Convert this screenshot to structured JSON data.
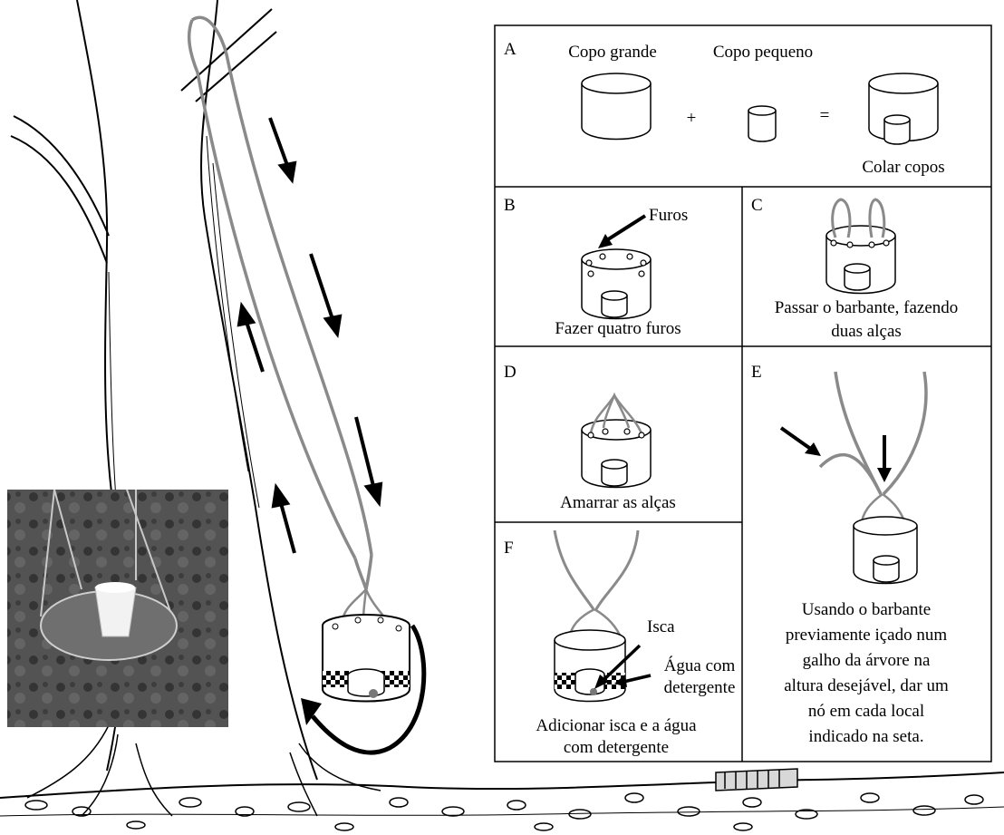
{
  "panels": {
    "A": {
      "letter": "A",
      "big_cup_label": "Copo grande",
      "small_cup_label": "Copo pequeno",
      "plus": "+",
      "equals": "=",
      "result_label": "Colar copos"
    },
    "B": {
      "letter": "B",
      "arrow_label": "Furos",
      "caption": "Fazer quatro furos"
    },
    "C": {
      "letter": "C",
      "caption_line1": "Passar o barbante, fazendo",
      "caption_line2": "duas alças"
    },
    "D": {
      "letter": "D",
      "caption": "Amarrar as alças"
    },
    "E": {
      "letter": "E",
      "caption_lines": [
        "Usando o barbante",
        "previamente içado num",
        "galho da árvore na",
        "altura desejável, dar um",
        "nó em cada local",
        "indicado na seta."
      ]
    },
    "F": {
      "letter": "F",
      "bait_label": "Isca",
      "water_label_line1": "Água com",
      "water_label_line2": "detergente",
      "caption_line1": "Adicionar isca e a água",
      "caption_line2": "com detergente"
    }
  },
  "colors": {
    "string": "#8a8a8a",
    "ink": "#000000",
    "photo_bg": "#4a4a4a"
  }
}
